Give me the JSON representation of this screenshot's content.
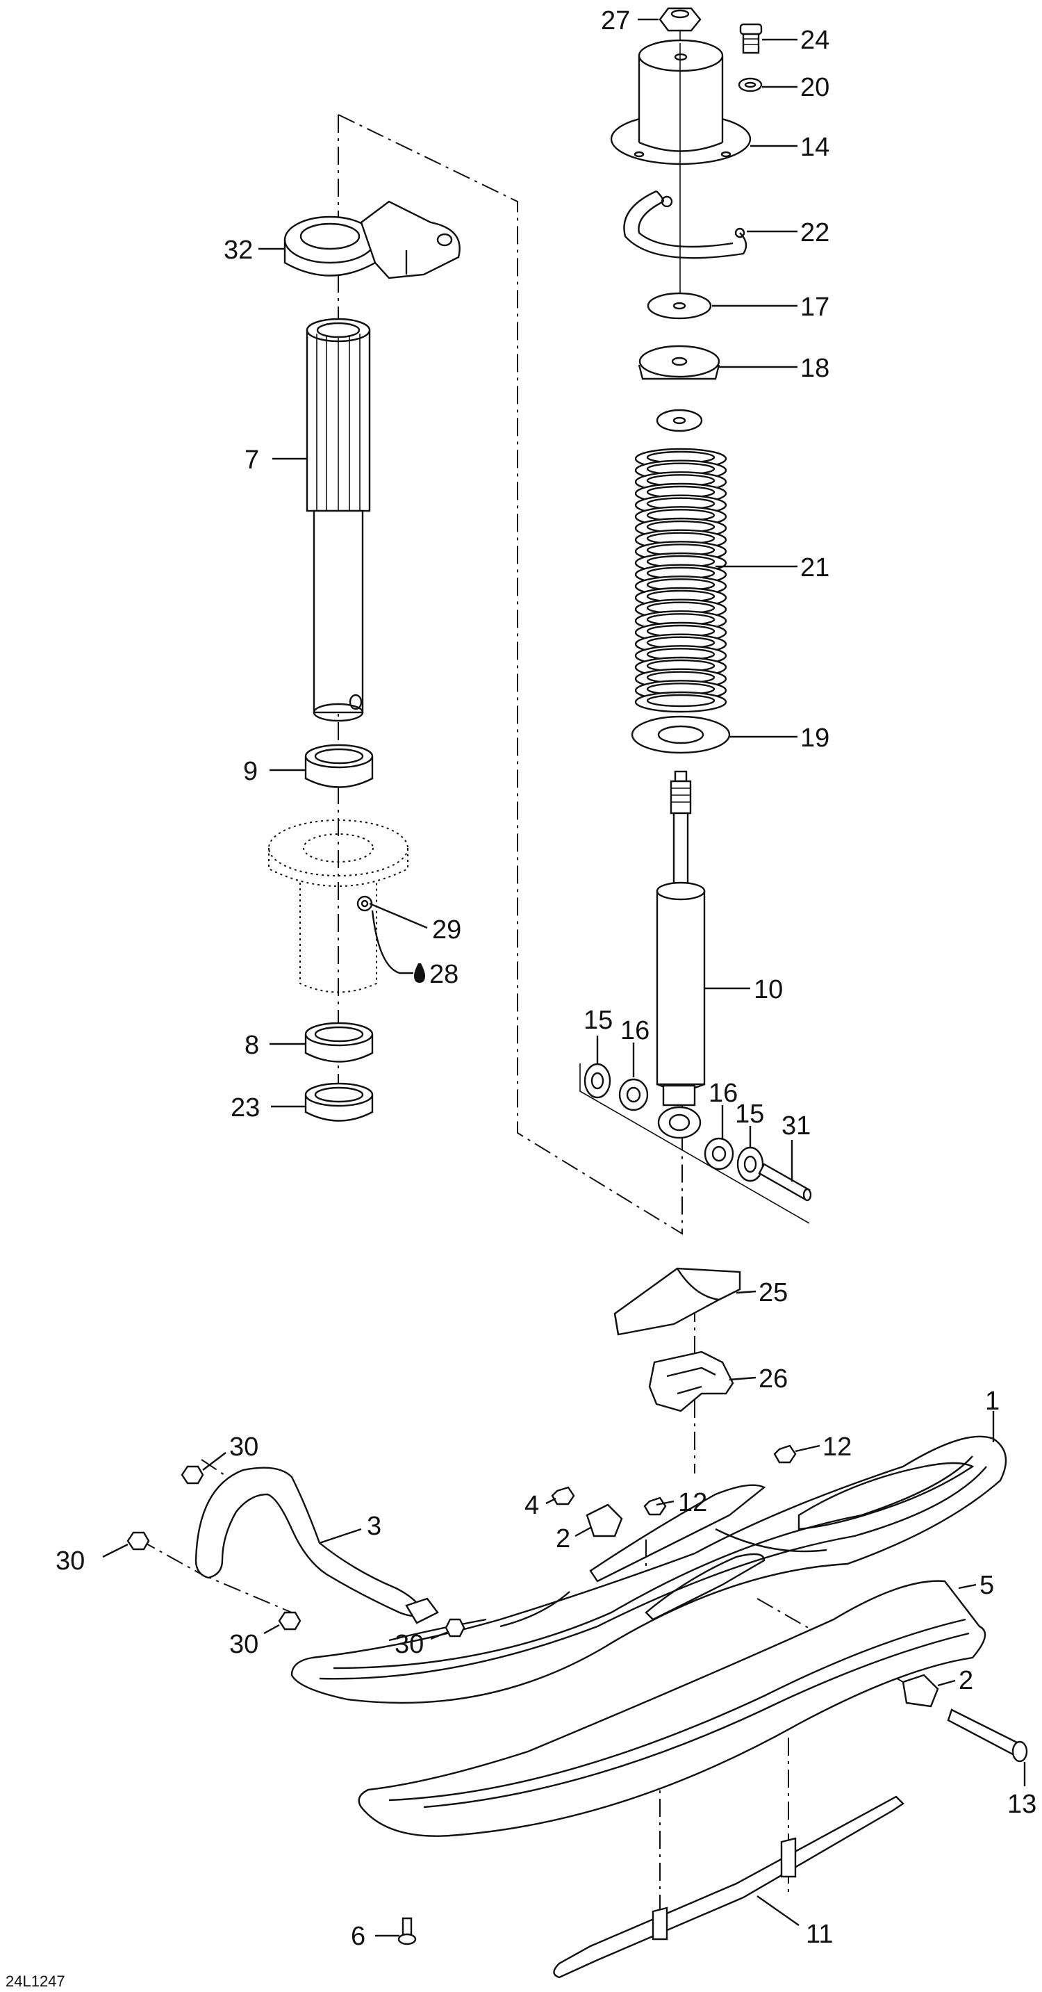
{
  "diagram_code": "24L1247",
  "callouts": [
    {
      "id": "27",
      "label": "27"
    },
    {
      "id": "24",
      "label": "24"
    },
    {
      "id": "20",
      "label": "20"
    },
    {
      "id": "14",
      "label": "14"
    },
    {
      "id": "22",
      "label": "22"
    },
    {
      "id": "17",
      "label": "17"
    },
    {
      "id": "18",
      "label": "18"
    },
    {
      "id": "21",
      "label": "21"
    },
    {
      "id": "19",
      "label": "19"
    },
    {
      "id": "10",
      "label": "10"
    },
    {
      "id": "15a",
      "label": "15"
    },
    {
      "id": "16a",
      "label": "16"
    },
    {
      "id": "16b",
      "label": "16"
    },
    {
      "id": "15b",
      "label": "15"
    },
    {
      "id": "31",
      "label": "31"
    },
    {
      "id": "32",
      "label": "32"
    },
    {
      "id": "7",
      "label": "7"
    },
    {
      "id": "9",
      "label": "9"
    },
    {
      "id": "29",
      "label": "29"
    },
    {
      "id": "28",
      "label": "28"
    },
    {
      "id": "8",
      "label": "8"
    },
    {
      "id": "23",
      "label": "23"
    },
    {
      "id": "25",
      "label": "25"
    },
    {
      "id": "26",
      "label": "26"
    },
    {
      "id": "1",
      "label": "1"
    },
    {
      "id": "12a",
      "label": "12"
    },
    {
      "id": "12b",
      "label": "12"
    },
    {
      "id": "30a",
      "label": "30"
    },
    {
      "id": "3",
      "label": "3"
    },
    {
      "id": "30b",
      "label": "30"
    },
    {
      "id": "4",
      "label": "4"
    },
    {
      "id": "2a",
      "label": "2"
    },
    {
      "id": "30c",
      "label": "30"
    },
    {
      "id": "30d",
      "label": "30"
    },
    {
      "id": "5",
      "label": "5"
    },
    {
      "id": "2b",
      "label": "2"
    },
    {
      "id": "13",
      "label": "13"
    },
    {
      "id": "6",
      "label": "6"
    },
    {
      "id": "11",
      "label": "11"
    }
  ]
}
